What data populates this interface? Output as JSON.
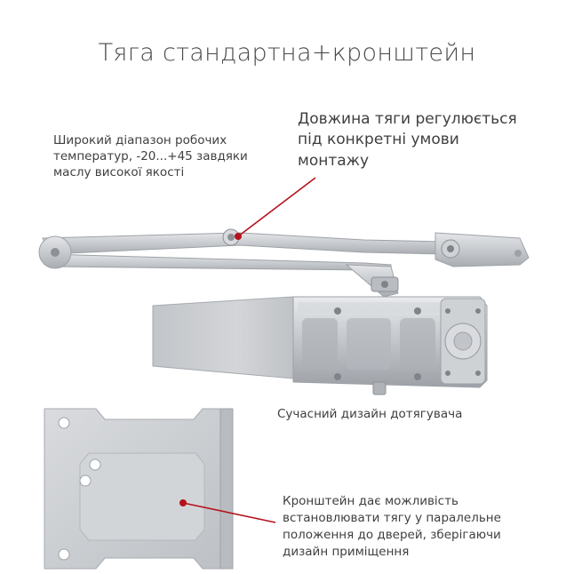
{
  "title": "Тяга стандартна+кронштейн",
  "notes": {
    "temperature": {
      "lines": [
        "Широкий діапазон робочих",
        "температур, -20...+45 завдяки",
        "маслу високої якості"
      ]
    },
    "length": {
      "lines": [
        "Довжина тяги регулюється",
        "під конкретні умови",
        "монтажу"
      ]
    },
    "design": {
      "lines": [
        "Сучасний дизайн дотягувача"
      ]
    },
    "bracket": {
      "lines": [
        "Кронштейн дає можливість",
        "встановлювати тягу у паралельне",
        "положення до дверей, зберігаючи",
        "дизайн приміщення"
      ]
    }
  },
  "colors": {
    "pointer": "#b5121b",
    "metal": "#c9ccd0",
    "metal_dark": "#9ea2a8",
    "text": "#3f3f3f"
  },
  "images": {
    "arm": "door-closer-arm",
    "body": "door-closer-body",
    "bracket": "mounting-bracket-plate"
  }
}
